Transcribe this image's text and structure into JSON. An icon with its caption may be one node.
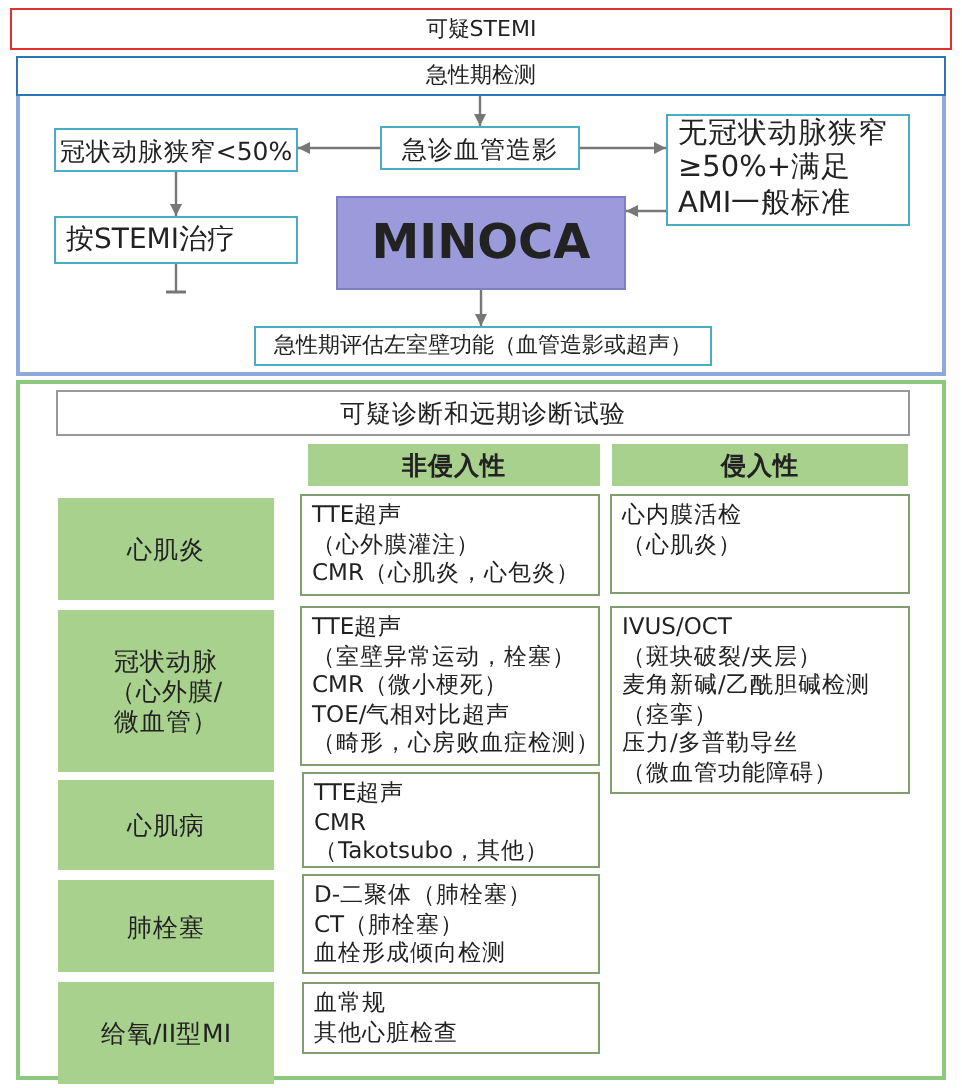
{
  "diagram": {
    "nodes": [
      {
        "text": [
          "可疑STEMI"
        ]
      },
      {
        "text": [],
        "shape": "box"
      },
      {
        "text": [
          "急性期检测"
        ],
        "in": 1
      },
      {
        "text": [
          "急诊血管造影"
        ],
        "in": 1
      },
      {
        "text": [
          "冠状动脉狭窄<50%"
        ],
        "in": 1
      },
      {
        "text": [
          "无冠状动脉狭窄≥50%+满足AMI一般标准"
        ],
        "in": 1
      },
      {
        "text": [
          "按STEMI治疗"
        ],
        "in": 1
      },
      {
        "text": [
          "MINOCA"
        ],
        "in": 1
      },
      {
        "text": [
          "急性期评估左室壁功能（血管造影或超声）"
        ],
        "in": 1
      },
      {
        "text": [],
        "shape": "box"
      },
      {
        "text": [
          "可疑诊断和远期诊断试验"
        ],
        "in": 9
      },
      {
        "text": [
          "非侵入性"
        ],
        "in": 9
      },
      {
        "text": [
          "侵入性"
        ],
        "in": 9
      },
      {
        "text": [
          "心肌炎"
        ],
        "in": 9
      },
      {
        "text": [
          "TTE超声",
          "（心外膜灌注）",
          "CMR（心肌炎，心包炎）"
        ],
        "in": 9
      },
      {
        "text": [
          "心内膜活检",
          "（心肌炎）"
        ],
        "in": 9
      },
      {
        "text": [
          "冠状动脉（心外膜/微血管）"
        ],
        "in": 9
      },
      {
        "text": [
          "TTE超声",
          "（室壁异常运动，栓塞）",
          "CMR（微小梗死）",
          "TOE/气相对比超声",
          "（畸形，心房败血症检测）"
        ],
        "in": 9
      },
      {
        "text": [
          "IVUS/OCT",
          "（斑块破裂/夹层）",
          "麦角新碱/乙酰胆碱检测",
          "（痉挛）",
          "压力/多普勒导丝",
          "（微血管功能障碍）"
        ],
        "in": 9
      },
      {
        "text": [
          "心肌病"
        ],
        "in": 9
      },
      {
        "text": [
          "TTE超声",
          "CMR",
          "（Takotsubo，其他）"
        ],
        "in": 9
      },
      {
        "text": [
          "肺栓塞"
        ],
        "in": 9
      },
      {
        "text": [
          "D-二聚体（肺栓塞）",
          "CT（肺栓塞）",
          "血栓形成倾向检测"
        ],
        "in": 9
      },
      {
        "text": [
          "给氧/II型MI"
        ],
        "in": 9
      },
      {
        "text": [
          "血常规",
          "其他心脏检查"
        ],
        "in": 9
      }
    ],
    "edges": [
      {
        "from": 2,
        "to": 3,
        "arrow": "to"
      },
      {
        "from": 3,
        "to": 4,
        "arrow": "to"
      },
      {
        "from": 3,
        "to": 5,
        "arrow": "to"
      },
      {
        "from": 4,
        "to": 6,
        "arrow": "to"
      },
      {
        "from": 5,
        "to": 7,
        "arrow": "to"
      },
      {
        "from": 7,
        "to": 8,
        "arrow": "to"
      },
      {
        "from": 6,
        "to": null,
        "arrow": "other"
      }
    ]
  }
}
